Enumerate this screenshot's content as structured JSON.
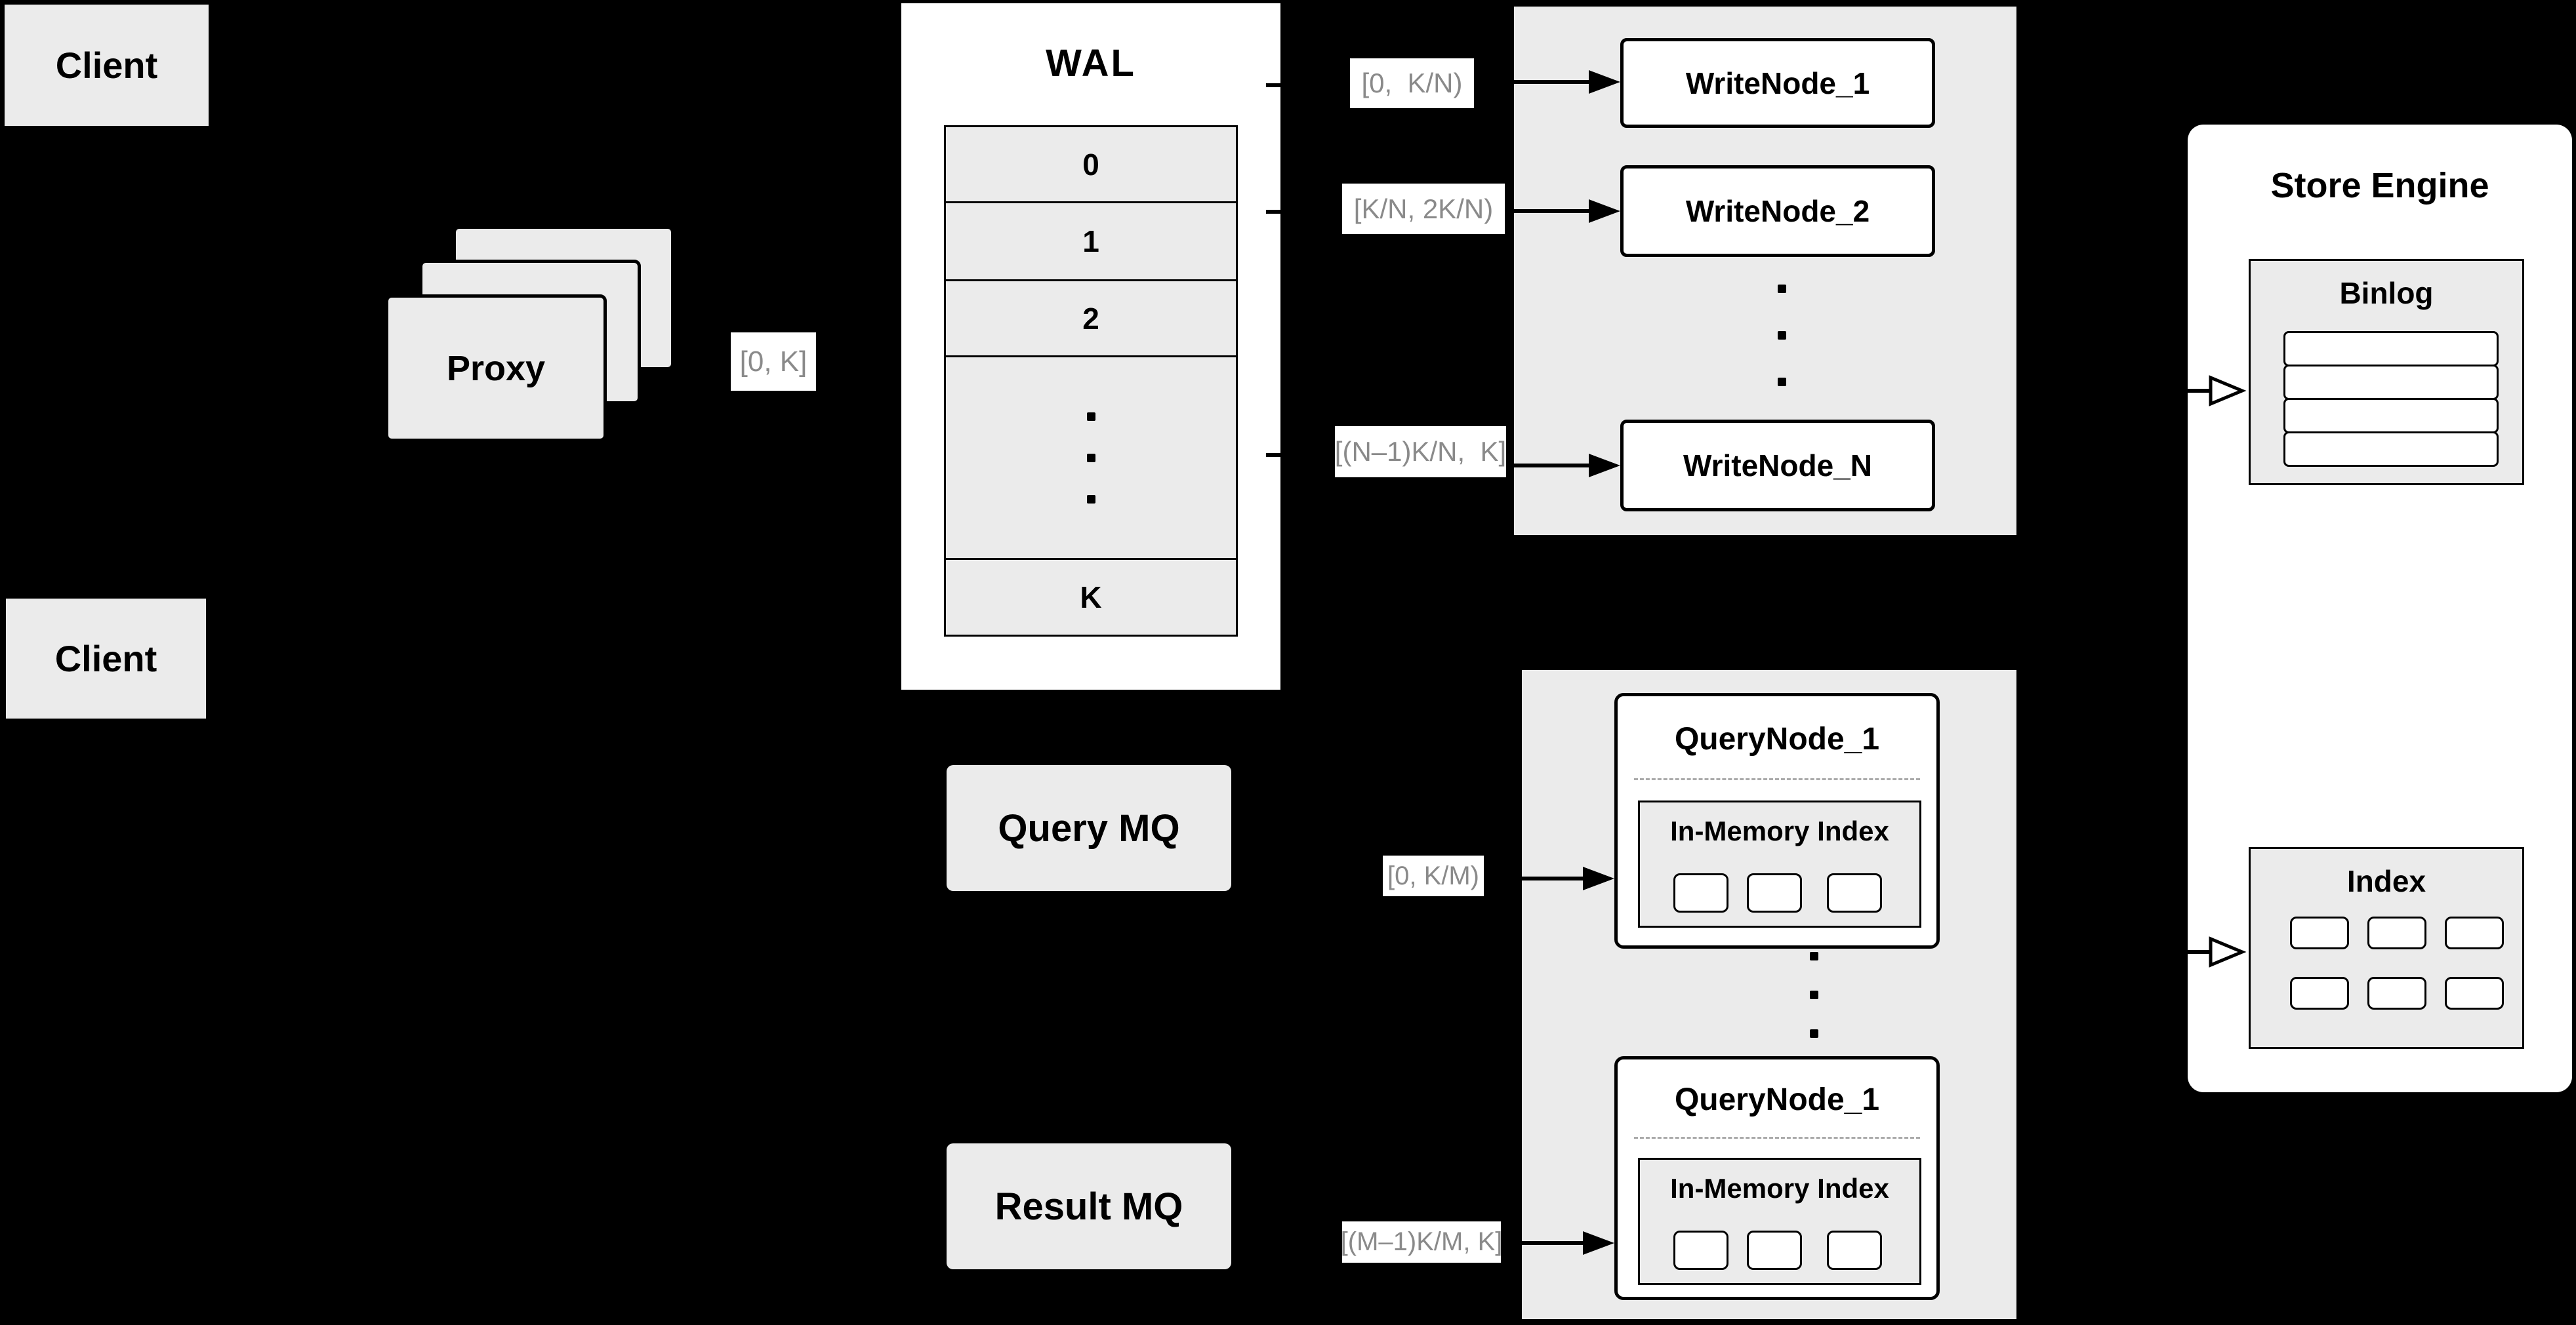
{
  "colors": {
    "background": "#000000",
    "panel_gray": "#ebebeb",
    "white": "#ffffff",
    "ink": "#000000",
    "label_gray": "#8a8a8a"
  },
  "clients": {
    "top": "Client",
    "bottom": "Client"
  },
  "proxy": {
    "label": "Proxy"
  },
  "proxy_range": "[0, K]",
  "wal": {
    "title": "WAL",
    "slots": [
      "0",
      "1",
      "2"
    ],
    "last_slot": "K"
  },
  "write_group": {
    "ranges": [
      "[0,  K/N)",
      "[K/N, 2K/N)",
      "[(N–1)K/N,  K]"
    ],
    "nodes": [
      "WriteNode_1",
      "WriteNode_2",
      "WriteNode_N"
    ]
  },
  "mq": {
    "query": "Query MQ",
    "result": "Result MQ"
  },
  "query_group": {
    "ranges": [
      "[0, K/M)",
      "[(M–1)K/M, K]"
    ],
    "nodes": [
      {
        "title": "QueryNode_1",
        "inner": "In-Memory Index"
      },
      {
        "title": "QueryNode_1",
        "inner": "In-Memory Index"
      }
    ]
  },
  "store": {
    "title": "Store Engine",
    "binlog": "Binlog",
    "index": "Index"
  }
}
